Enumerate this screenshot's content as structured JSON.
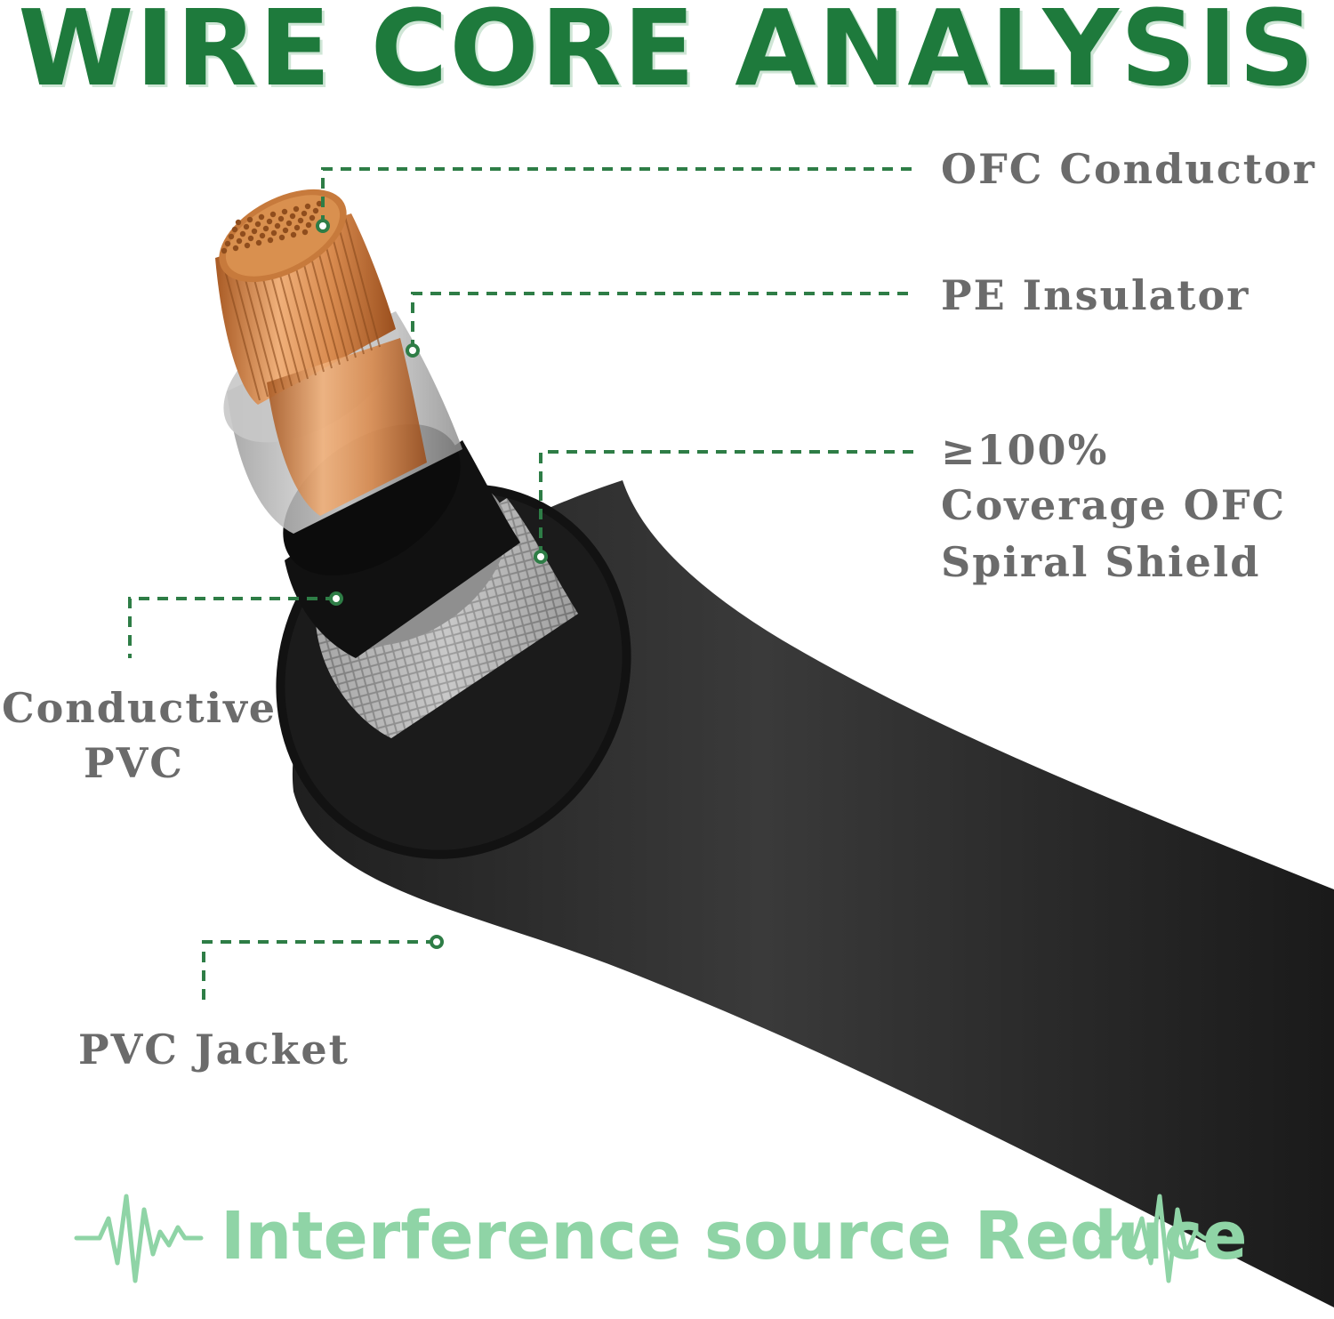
{
  "title": "WIRE CORE ANALYSIS",
  "labels": {
    "ofc_conductor": "OFC Conductor",
    "pe_insulator": "PE Insulator",
    "shield_line1": "≥100%",
    "shield_line2": "Coverage OFC",
    "shield_line3": "Spiral Shield",
    "conductive_pvc_line1": "Conductive",
    "conductive_pvc_line2": "PVC",
    "pvc_jacket": "PVC Jacket"
  },
  "footer": {
    "text": "Interference source Reduce",
    "wave_icon": "waveform-icon"
  },
  "colors": {
    "title_green": "#1e7a3c",
    "leader_green": "#2e7d46",
    "label_gray": "#6b6b6b",
    "footer_green": "#8fd4a6",
    "copper": "#c77a3c",
    "jacket_black": "#2a2a2a"
  }
}
